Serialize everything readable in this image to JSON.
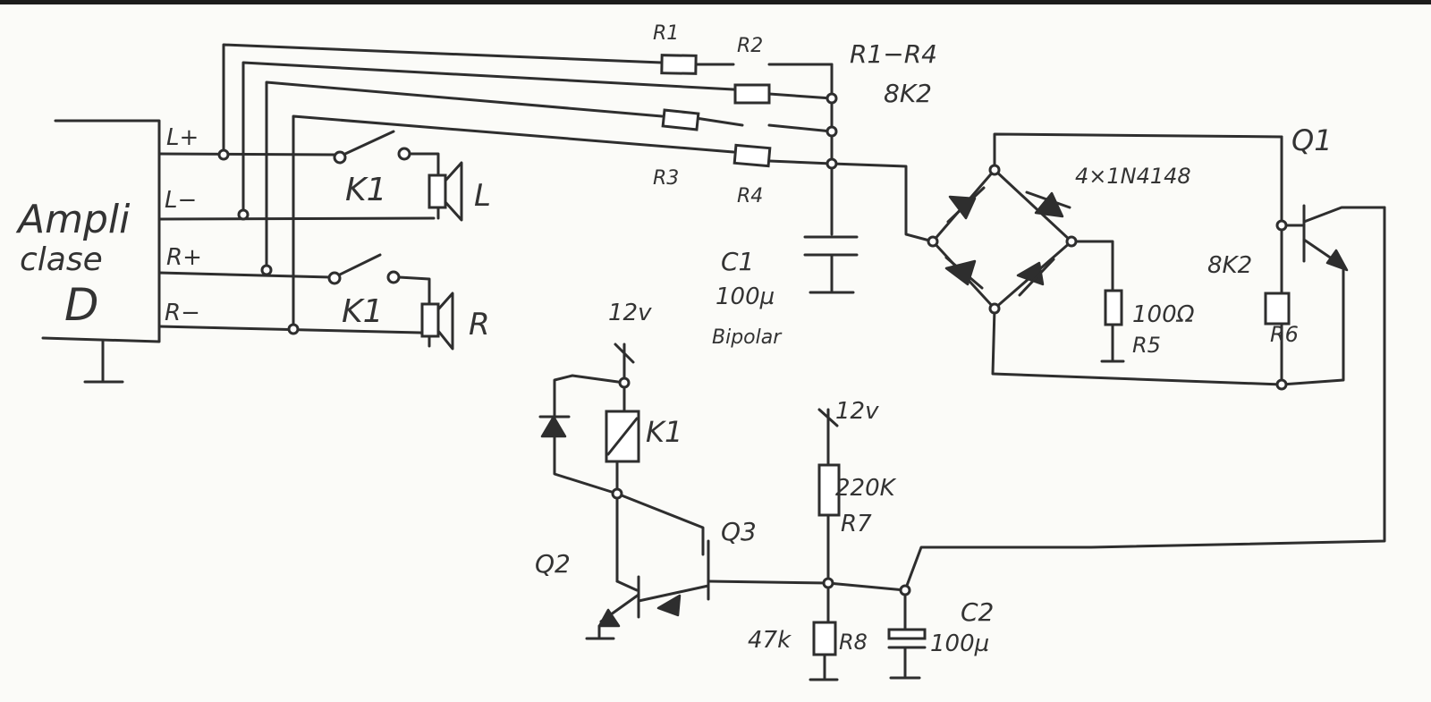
{
  "colors": {
    "ink": "#2e2e2e",
    "paper": "#fbfbf8"
  },
  "labels": {
    "amp_line1": "Ampli",
    "amp_line2": "clase",
    "amp_line3": "D",
    "l_plus": "L+",
    "l_minus": "L−",
    "r_plus": "R+",
    "r_minus": "R−",
    "relay_contact_1": "K1",
    "relay_contact_2": "K1",
    "spk_left": "L",
    "spk_right": "R",
    "r1": "R1",
    "r2": "R2",
    "r3": "R3",
    "r4": "R4",
    "r1r4_line1": "R1−R4",
    "r1r4_line2": "8K2",
    "c1_line1": "C1",
    "c1_line2": "100µ",
    "c1_line3": "Bipolar",
    "bridge": "4×1N4148",
    "q1": "Q1",
    "r6_value": "8K2",
    "r6": "R6",
    "r5_value": "100Ω",
    "r5": "R5",
    "relay_coil": "K1",
    "v12_a": "12v",
    "v12_b": "12v",
    "r7_value": "220K",
    "r7": "R7",
    "q3": "Q3",
    "q2": "Q2",
    "r8_value": "47k",
    "r8": "R8",
    "c2": "C2",
    "c2_value": "100µ"
  }
}
